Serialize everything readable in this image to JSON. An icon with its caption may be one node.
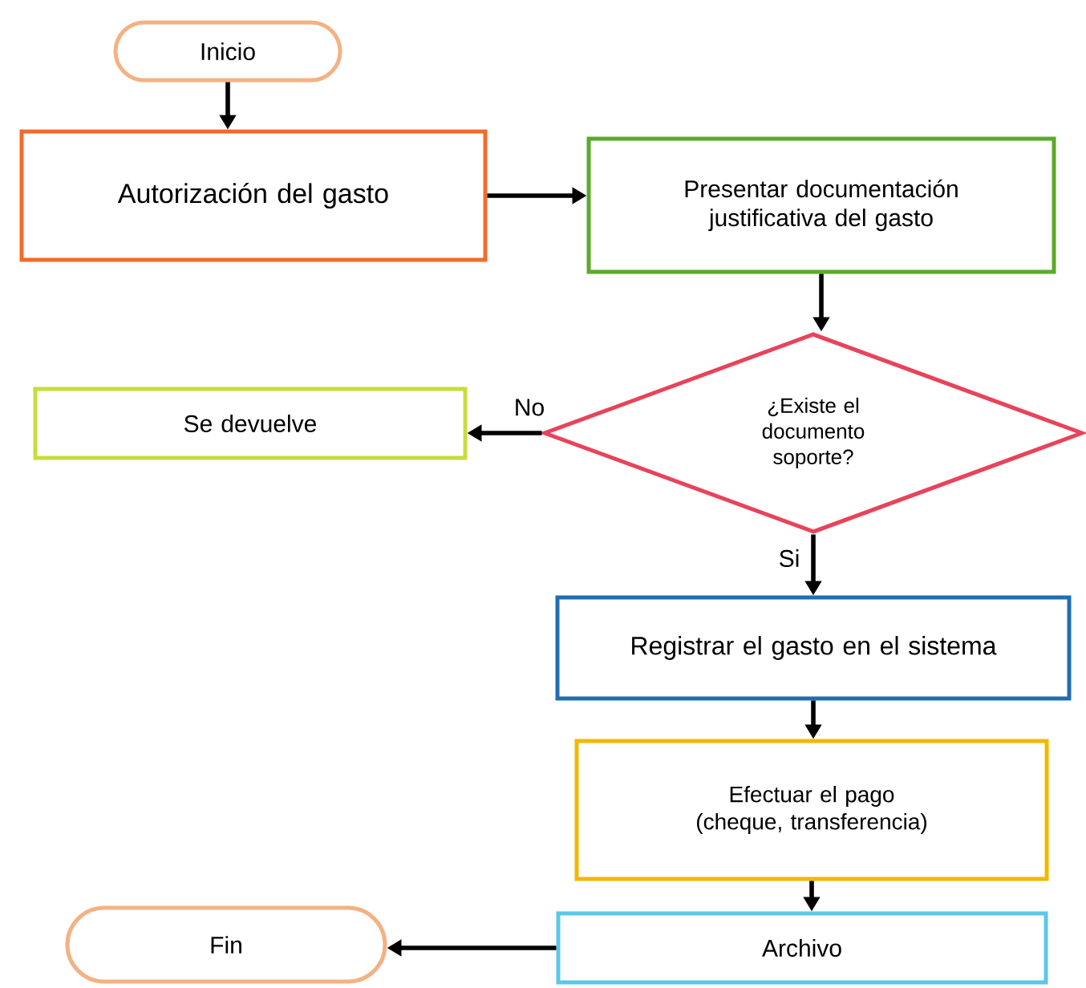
{
  "diagram": {
    "nodes": [
      {
        "text": [
          "Inicio"
        ]
      },
      {
        "text": [
          "Autorización del gasto"
        ]
      },
      {
        "text": [
          "Presentar documentación justificativa del gasto"
        ]
      },
      {
        "text": [
          "¿Existe el documento soporte?"
        ]
      },
      {
        "text": [
          "Se devuelve"
        ]
      },
      {
        "text": [
          "Registrar el gasto en el sistema"
        ]
      },
      {
        "text": [
          "Efectuar el pago (cheque, transferencia)"
        ]
      },
      {
        "text": [
          "Archivo"
        ]
      },
      {
        "text": [
          "Fin"
        ]
      }
    ],
    "edges": [
      {
        "from": 0,
        "to": 1,
        "arrow": "to"
      },
      {
        "from": 1,
        "to": 2,
        "arrow": "to"
      },
      {
        "from": 2,
        "to": 3,
        "arrow": "to"
      },
      {
        "from": 3,
        "to": 4,
        "arrow": "to",
        "label": "No"
      },
      {
        "from": 3,
        "to": 5,
        "arrow": "to",
        "label": "Si"
      },
      {
        "from": 5,
        "to": 6,
        "arrow": "to"
      },
      {
        "from": 6,
        "to": 7,
        "arrow": "to"
      },
      {
        "from": 7,
        "to": 8,
        "arrow": "to"
      }
    ]
  }
}
